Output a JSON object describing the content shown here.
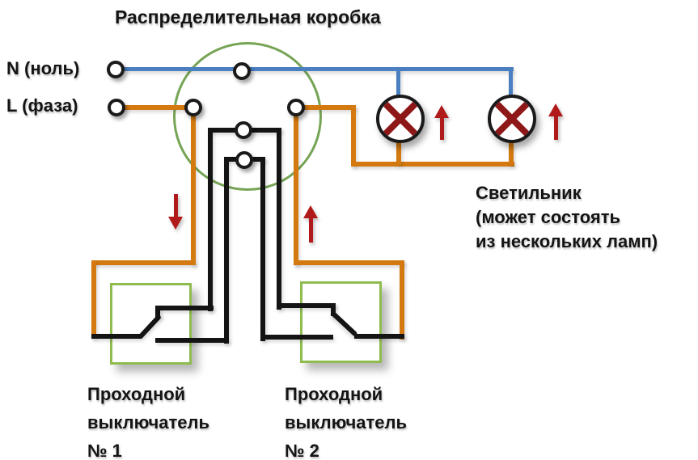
{
  "title": "Распределительная коробка",
  "labels": {
    "neutral": "N (ноль)",
    "phase": "L (фаза)"
  },
  "lamp_caption": {
    "line1": "Светильник",
    "line2": "(может состоять",
    "line3": "из нескольких ламп)"
  },
  "switch1_caption": {
    "line1": "Проходной",
    "line2": "выключатель",
    "line3": "№ 1"
  },
  "switch2_caption": {
    "line1": "Проходной",
    "line2": "выключатель",
    "line3": "№ 2"
  },
  "colors": {
    "neutral_blue": "#4a7fc0",
    "phase_orange": "#d4790f",
    "traveler_black": "#141414",
    "box_green": "#76a455",
    "switch_green": "#8fbc4f",
    "lamp_red": "#8e1717",
    "arrow_red": "#b11a1a",
    "text_color": "#141414"
  }
}
